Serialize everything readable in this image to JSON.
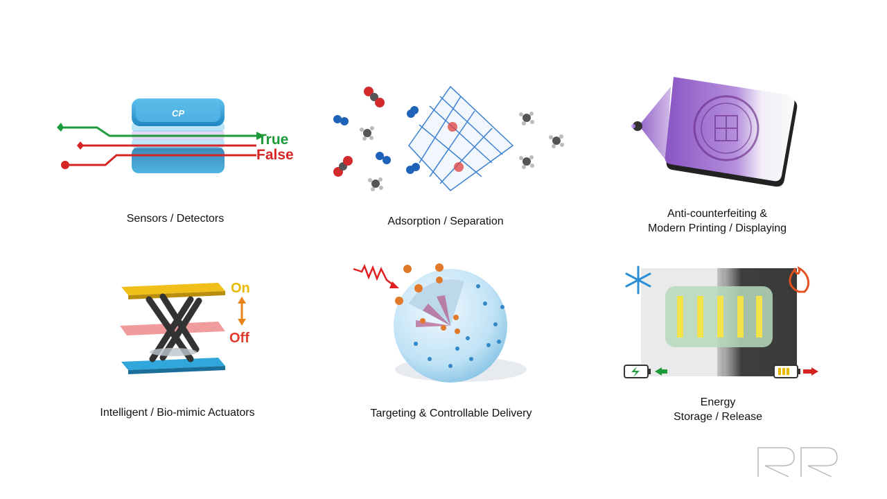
{
  "panels": [
    {
      "id": "sensors",
      "caption": [
        "Sensors / Detectors"
      ],
      "labels": {
        "chip": "CP",
        "true": "True",
        "false": "False"
      }
    },
    {
      "id": "adsorption",
      "caption": [
        "Adsorption / Separation"
      ]
    },
    {
      "id": "anticounterfeit",
      "caption": [
        "Anti-counterfeiting &",
        "Modern Printing / Displaying"
      ]
    },
    {
      "id": "actuators",
      "caption": [
        "Intelligent / Bio-mimic Actuators"
      ],
      "labels": {
        "on": "On",
        "off": "Off"
      }
    },
    {
      "id": "delivery",
      "caption": [
        "Targeting & Controllable Delivery"
      ]
    },
    {
      "id": "energy",
      "caption": [
        "Energy",
        "Storage / Release"
      ]
    }
  ],
  "colors": {
    "true_green": "#1e9a3a",
    "false_red": "#d62424",
    "cp_blue": "#2f9fd6",
    "on_yellow": "#e6b800",
    "off_red": "#e23b2b",
    "purple": "#8a55c4"
  },
  "icons": [
    "snowflake-icon",
    "flame-icon",
    "battery-charging-icon",
    "battery-low-icon",
    "laser-icon"
  ]
}
